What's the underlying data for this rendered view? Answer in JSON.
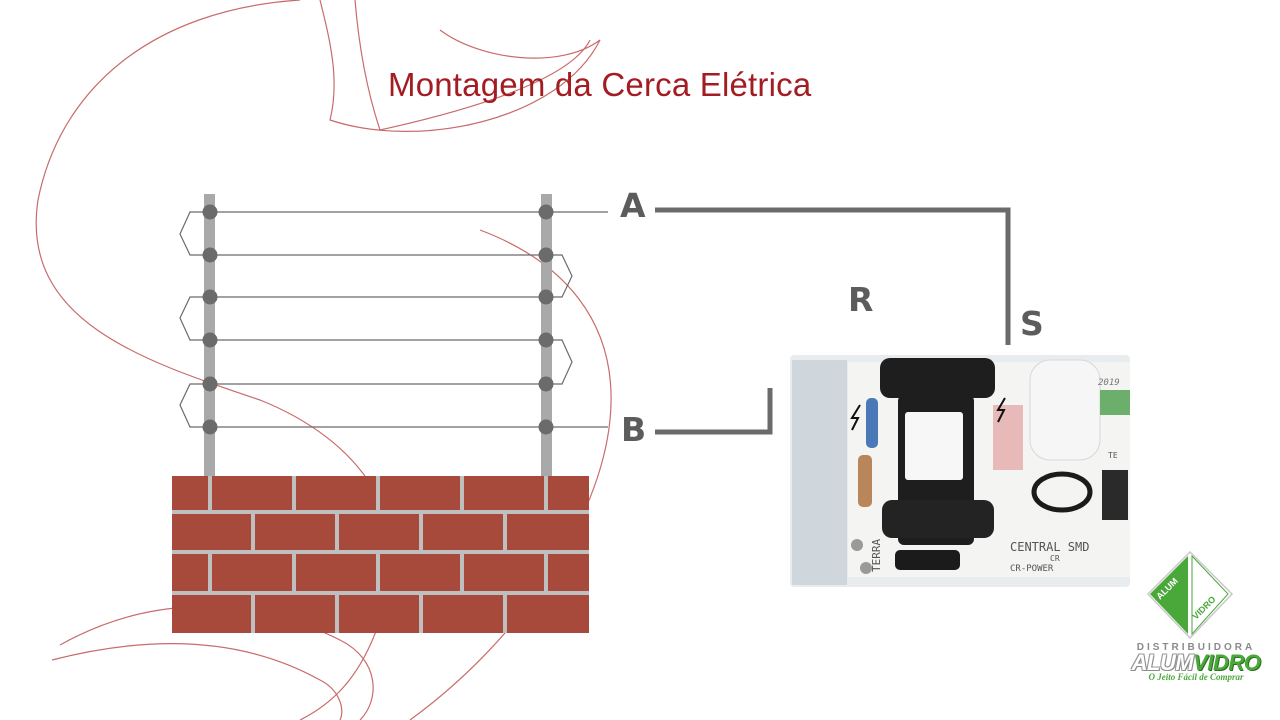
{
  "title": "Montagem da Cerca Elétrica",
  "wire_labels": {
    "a": "A",
    "b": "B",
    "r": "R",
    "s": "S"
  },
  "central": {
    "board_text": "CENTRAL SMD",
    "power_text": "CR-POWER",
    "terra_text": "TERRA",
    "year_text": "2019",
    "cr_text": "CR",
    "te_text": "TE"
  },
  "logo": {
    "badge_left": "ALUM",
    "badge_right": "VIDRO",
    "distribuidora": "DISTRIBUIDORA",
    "brand_part1": "ALUM",
    "brand_part2": "VIDRO",
    "slogan": "O Jeito Fácil de Comprar"
  },
  "colors": {
    "title": "#a31c22",
    "wire": "#6b6b6b",
    "brick": "#a84a3b",
    "mortar": "#bfbfbf",
    "post": "#a9a9a9",
    "decor_curve": "#b73a3a",
    "logo_green": "#4aa83a"
  }
}
